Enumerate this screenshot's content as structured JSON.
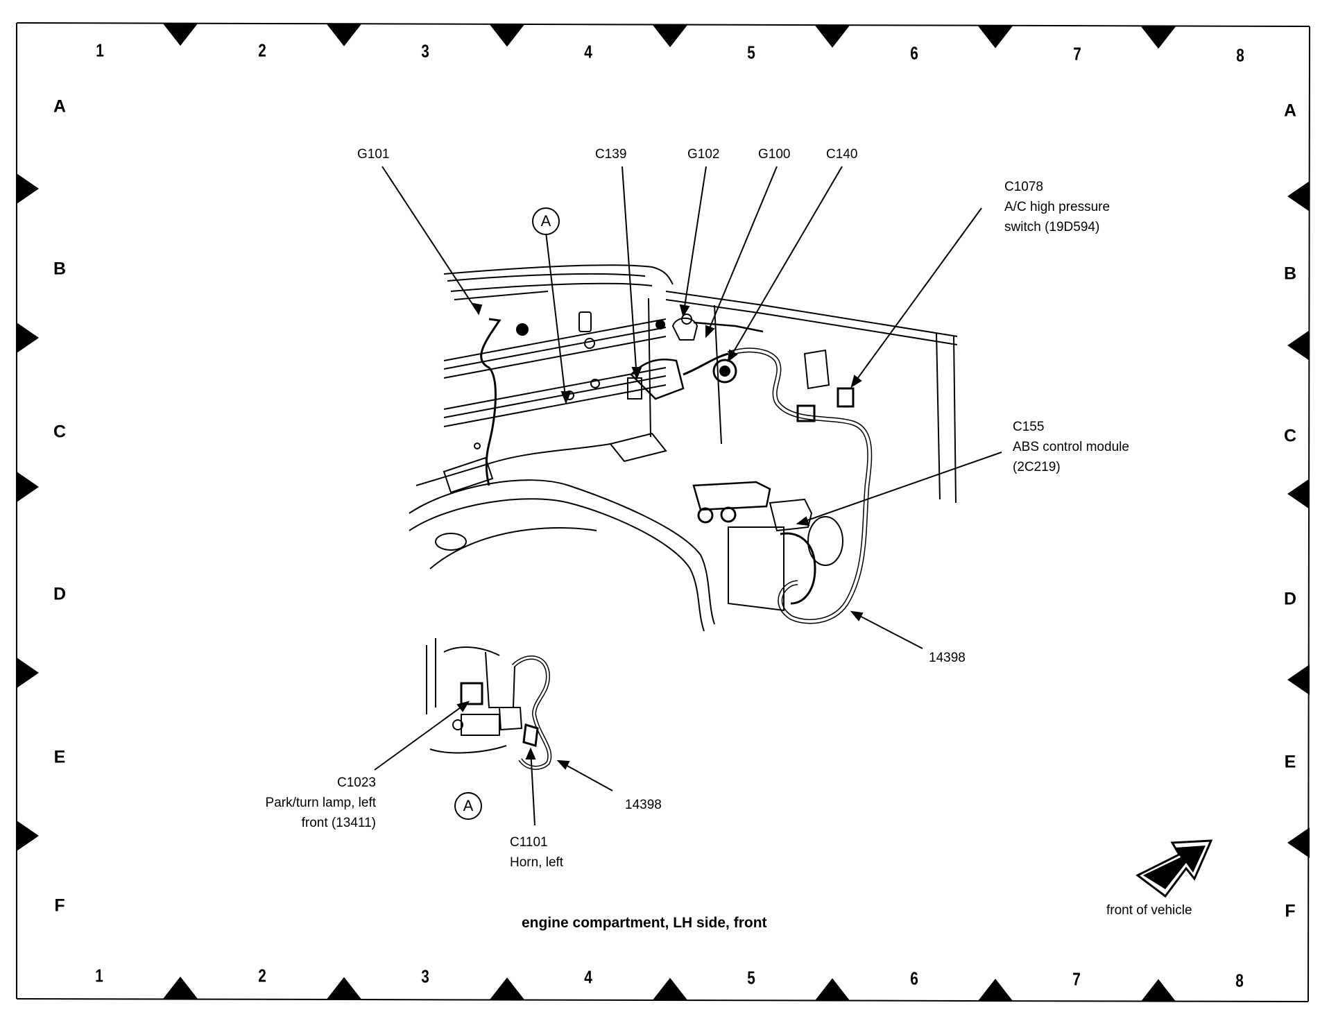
{
  "diagram": {
    "title": "engine compartment, LH side, front",
    "column_labels": [
      "1",
      "2",
      "3",
      "4",
      "5",
      "6",
      "7",
      "8"
    ],
    "row_labels": [
      "A",
      "B",
      "C",
      "D",
      "E",
      "F"
    ],
    "detail_marker": "A",
    "orientation": {
      "icon": "front-arrow-icon",
      "label": "front of vehicle"
    },
    "callouts": {
      "g101": {
        "id": "G101"
      },
      "c139": {
        "id": "C139"
      },
      "g102": {
        "id": "G102"
      },
      "g100": {
        "id": "G100"
      },
      "c140": {
        "id": "C140"
      },
      "c1078": {
        "id": "C1078",
        "line1": "A/C high pressure",
        "line2": "switch (19D594)"
      },
      "c155": {
        "id": "C155",
        "line1": "ABS control module",
        "line2": "(2C219)"
      },
      "harness_main": {
        "id": "14398"
      },
      "c1023": {
        "id": "C1023",
        "line1": "Park/turn lamp, left",
        "line2": "front (13411)"
      },
      "harness_detail": {
        "id": "14398"
      },
      "c1101": {
        "id": "C1101",
        "line1": "Horn, left"
      }
    }
  }
}
